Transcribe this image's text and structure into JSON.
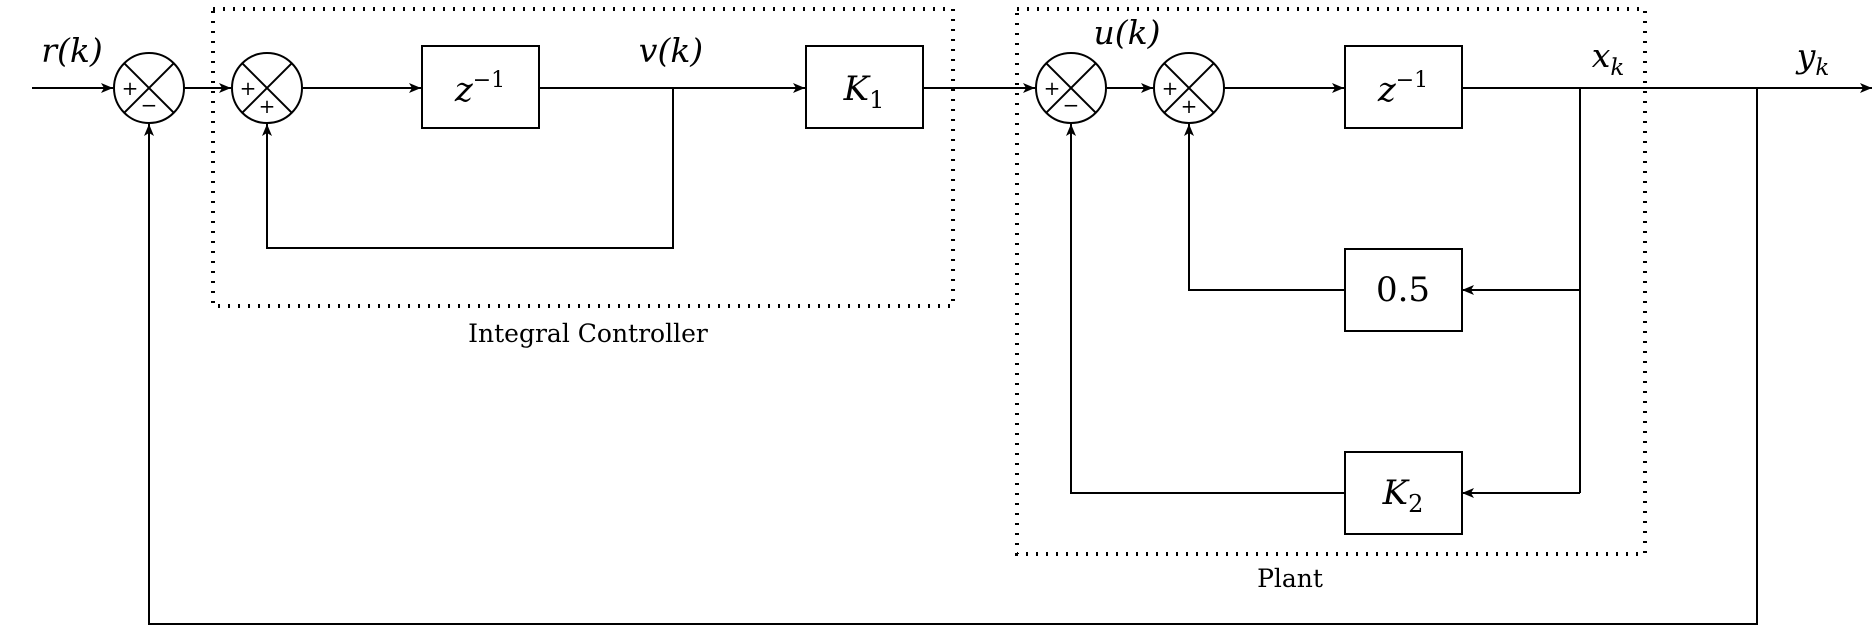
{
  "signals": {
    "reference": "r(k)",
    "integrator_state": "v(k)",
    "control_input": "u(k)",
    "plant_state": "x_k",
    "output": "y_k"
  },
  "blocks": {
    "integrator_delay": "z^-1",
    "gain_k1": "K_1",
    "plant_delay": "z^-1",
    "plant_feedback_gain": "0.5",
    "gain_k2": "K_2"
  },
  "regions": {
    "integral_controller": "Integral Controller",
    "plant": "Plant"
  },
  "summing_junctions": {
    "reference_error": {
      "left_sign": "+",
      "bottom_sign": "−"
    },
    "integrator_sum": {
      "left_sign": "+",
      "bottom_sign": "+"
    },
    "control_sum": {
      "left_sign": "+",
      "bottom_sign": "−"
    },
    "plant_sum": {
      "left_sign": "+",
      "bottom_sign": "+"
    }
  }
}
